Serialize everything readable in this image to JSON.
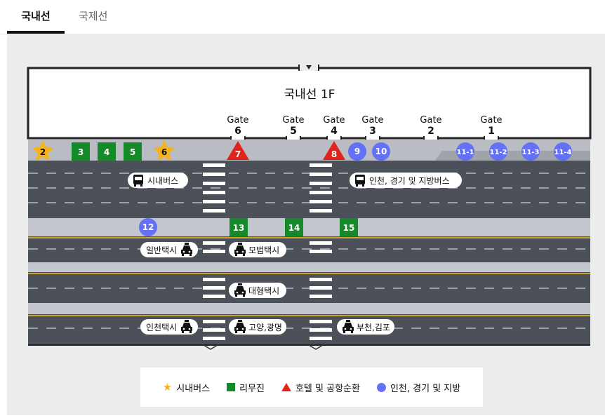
{
  "tabs": {
    "domestic": "국내선",
    "international": "국제선"
  },
  "terminal": {
    "title": "국내선 1F",
    "gate_word": "Gate",
    "gates": [
      {
        "id": "gate-6",
        "num": "6"
      },
      {
        "id": "gate-5",
        "num": "5"
      },
      {
        "id": "gate-4",
        "num": "4"
      },
      {
        "id": "gate-3",
        "num": "3"
      },
      {
        "id": "gate-2",
        "num": "2"
      },
      {
        "id": "gate-1",
        "num": "1"
      }
    ]
  },
  "stops": {
    "city_bus": [
      "2",
      "6"
    ],
    "limousine": [
      "3",
      "4",
      "5",
      "13",
      "14",
      "15"
    ],
    "hotel_shuttle": [
      "7",
      "8"
    ],
    "regional": [
      "9",
      "10",
      "11-1",
      "11-2",
      "11-3",
      "11-4",
      "12"
    ]
  },
  "lane_labels": {
    "city_bus": "시내버스",
    "regional_bus": "인천, 경기 및 지방버스",
    "general_taxi": "일반택시",
    "model_taxi": "모범택시",
    "large_taxi": "대형택시",
    "incheon_taxi": "인천택시",
    "goyang_taxi": "고양,광명",
    "bucheon_taxi": "부천,김포"
  },
  "legend": {
    "city_bus": "시내버스",
    "limousine": "리무진",
    "hotel": "호텔 및 공항순환",
    "regional": "인천, 경기 및 지방"
  },
  "colors": {
    "city_bus": "#f5b21a",
    "limousine": "#158a2a",
    "hotel": "#e0241b",
    "regional": "#6470f5",
    "road": "#4c5059",
    "lane_divider": "#c9a227"
  },
  "icons": [
    "bus-icon",
    "taxi-icon",
    "star-icon",
    "square-icon",
    "triangle-icon",
    "circle-icon"
  ]
}
